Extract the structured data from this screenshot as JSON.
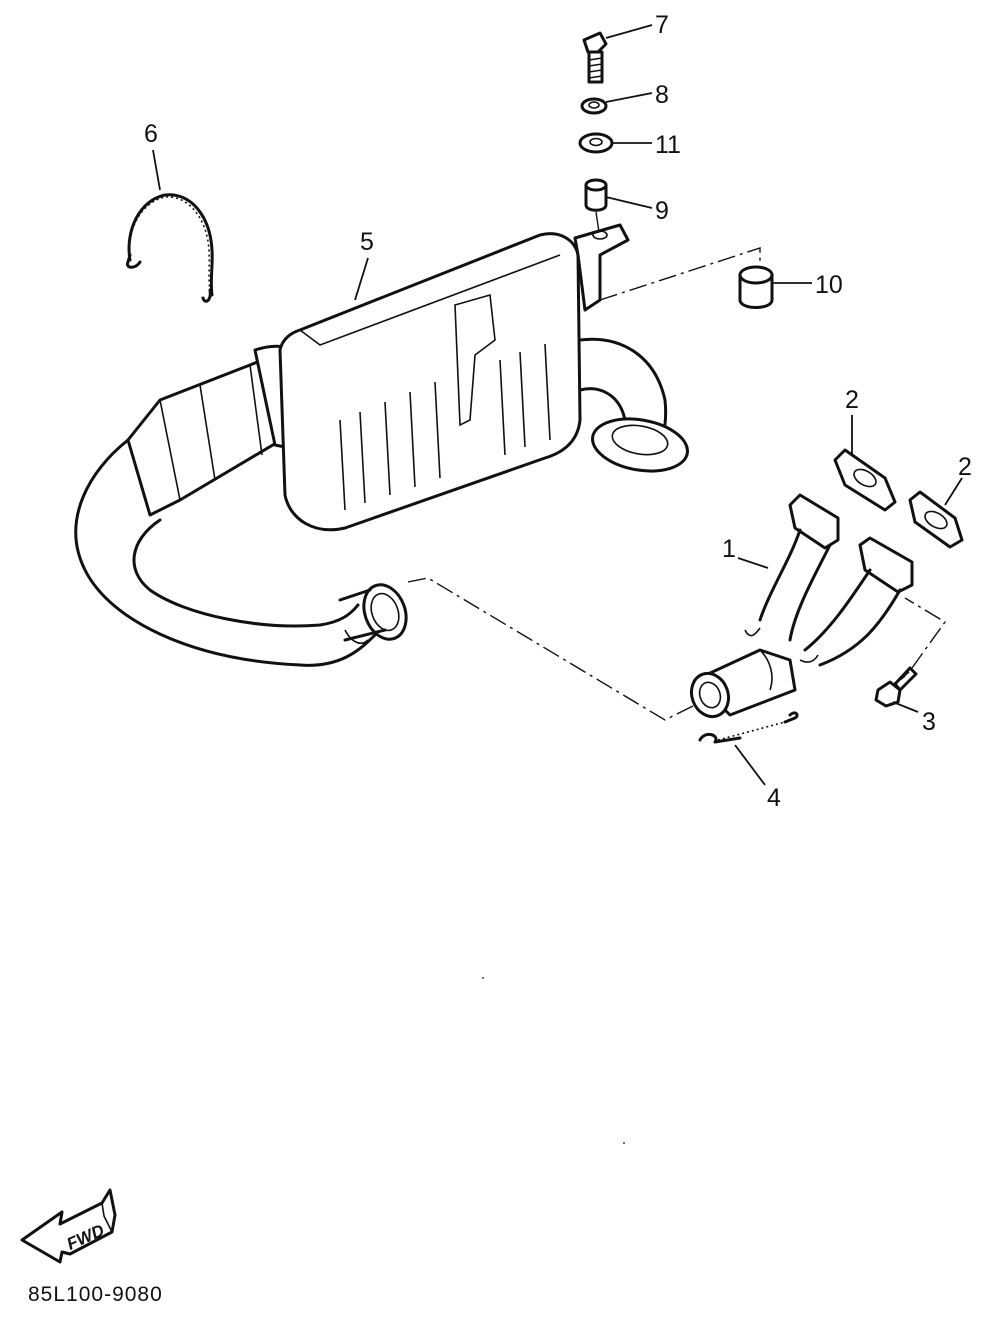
{
  "callouts": {
    "c1": "1",
    "c2a": "2",
    "c2b": "2",
    "c3": "3",
    "c4": "4",
    "c5": "5",
    "c6": "6",
    "c7": "7",
    "c8": "8",
    "c9": "9",
    "c10": "10",
    "c11": "11"
  },
  "direction_arrow": {
    "label": "FWD",
    "icon": "fwd-arrow-icon"
  },
  "document_code": "85L100-9080"
}
